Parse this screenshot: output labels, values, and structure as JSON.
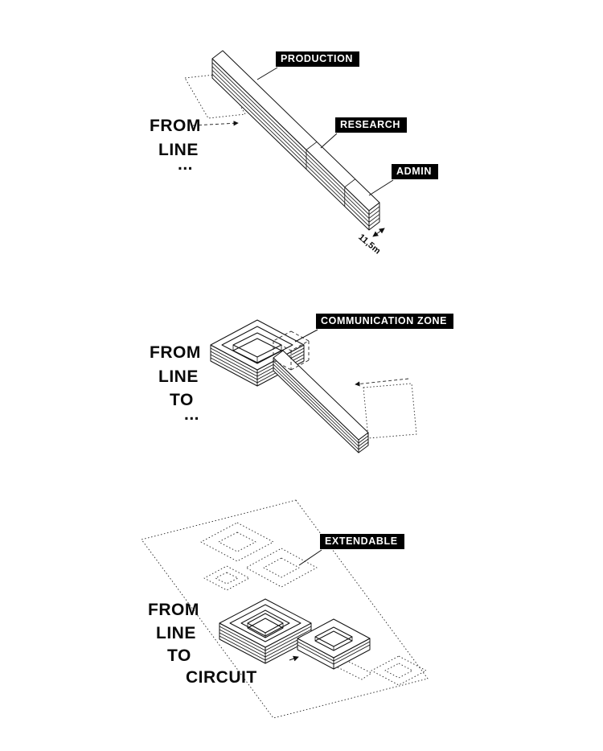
{
  "colors": {
    "background": "#ffffff",
    "line": "#111111",
    "label_bg": "#000000",
    "label_fg": "#ffffff"
  },
  "panels": [
    {
      "name": "from-line",
      "caption_lines": [
        "FROM",
        "LINE",
        "..."
      ],
      "labels": [
        {
          "text": "PRODUCTION"
        },
        {
          "text": "RESEARCH"
        },
        {
          "text": "ADMIN"
        }
      ],
      "dimension": "11,5m"
    },
    {
      "name": "from-line-to",
      "caption_lines": [
        "FROM",
        "LINE",
        "TO",
        "..."
      ],
      "labels": [
        {
          "text": "COMMUNICATION ZONE"
        }
      ]
    },
    {
      "name": "from-line-to-circuit",
      "caption_lines": [
        "FROM",
        "LINE",
        "TO",
        "CIRCUIT"
      ],
      "labels": [
        {
          "text": "EXTENDABLE"
        }
      ]
    }
  ]
}
